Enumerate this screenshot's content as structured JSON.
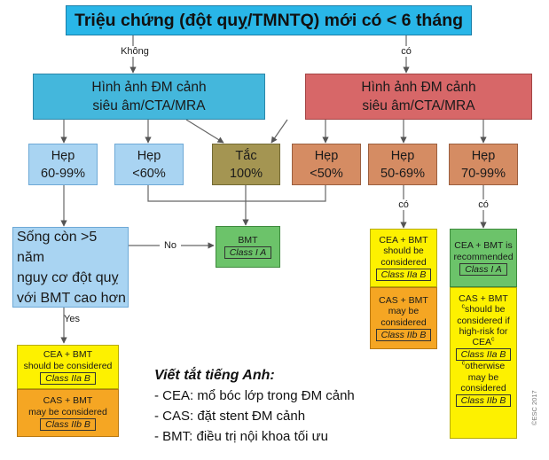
{
  "title": "Triệu chứng (đột quỵ/TMNTQ) mới có < 6 tháng",
  "branch_labels": {
    "no": "Không",
    "yes": "có"
  },
  "imaging": {
    "left": [
      "Hình ảnh ĐM cảnh",
      "siêu âm/CTA/MRA"
    ],
    "right": [
      "Hình ảnh ĐM cảnh",
      "siêu âm/CTA/MRA"
    ]
  },
  "stenosis": [
    {
      "top": "Hẹp",
      "bottom": "60-99%"
    },
    {
      "top": "Hẹp",
      "bottom": "<60%"
    },
    {
      "top": "Tắc",
      "bottom": "100%"
    },
    {
      "top": "Hẹp",
      "bottom": "<50%"
    },
    {
      "top": "Hẹp",
      "bottom": "50-69%"
    },
    {
      "top": "Hẹp",
      "bottom": "70-99%"
    }
  ],
  "survival_question": [
    "Sống còn >5 năm",
    "nguy cơ đột quỵ",
    "với BMT cao hơn"
  ],
  "edge_labels": {
    "no": "No",
    "yes": "Yes",
    "co_1": "có",
    "co_2": "có"
  },
  "bmt_box": {
    "label": "BMT",
    "class": "Class I A"
  },
  "left_rec": {
    "cea": [
      "CEA + BMT",
      "should be considered"
    ],
    "cea_class": "Class IIa B",
    "cas": [
      "CAS + BMT",
      "may be considered"
    ],
    "cas_class": "Class IIb B"
  },
  "mid_rec": {
    "cea": [
      "CEA + BMT",
      "should be",
      "considered"
    ],
    "cea_class": "Class IIa B",
    "cas": [
      "CAS + BMT",
      "may be",
      "considered"
    ],
    "cas_class": "Class IIb B"
  },
  "right_rec": {
    "cea": [
      "CEA + BMT is",
      "recommended"
    ],
    "cea_class": "Class I A",
    "cas_head": "CAS + BMT",
    "cas_l1": "should be",
    "cas_l2": "considered if",
    "cas_l3": "high-risk for",
    "cas_l4": "CEA",
    "cas_class1": "Class IIa B",
    "cas_l5": "otherwise",
    "cas_l6": "may be",
    "cas_l7": "considered",
    "cas_class2": "Class IIb B",
    "sup_c": "c"
  },
  "legend": {
    "title": "Viết tắt tiếng Anh:",
    "items": [
      "- CEA: mổ bóc lớp trong ĐM cảnh",
      "- CAS: đặt stent ĐM cảnh",
      "- BMT: điều trị nội khoa tối ưu"
    ]
  },
  "watermark": "©ESC 2017"
}
